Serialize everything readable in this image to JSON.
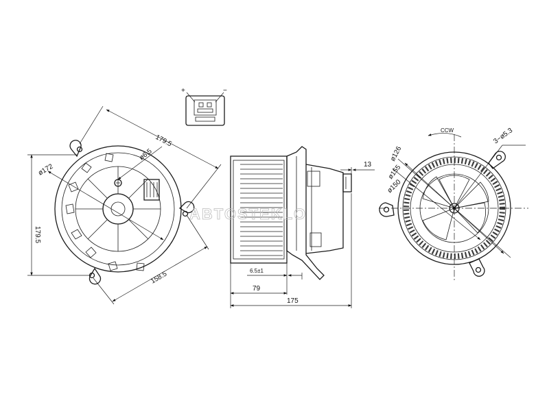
{
  "connector": {
    "plus": "+",
    "minus": "−"
  },
  "front_view": {
    "dim_width": "179.5",
    "dim_hole": "ø6.5",
    "dim_diameter": "ø172",
    "dim_height": "179.5",
    "dim_mount": "158.5"
  },
  "side_view": {
    "dim_13": "13",
    "dim_offset": "6.5±1",
    "dim_79": "79",
    "dim_175": "175"
  },
  "rear_view": {
    "rotation": "CCW",
    "dim_holes": "3−ø5.3",
    "dim_126": "ø126",
    "dim_155": "ø155",
    "dim_150": "ø150"
  },
  "watermark": "ABTOSTEKLO"
}
